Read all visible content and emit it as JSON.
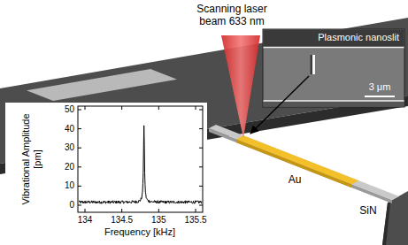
{
  "diagram": {
    "nodes": [
      {
        "text": [
          "Plasmonic nanoslit",
          "3 μm"
        ]
      }
    ],
    "labels": [
      "Scanning laser beam 633 nm",
      "Au",
      "SiN",
      "Vibrational Amplitude [pm]",
      "0",
      "10",
      "20",
      "30",
      "40",
      "50",
      "134",
      "134.5",
      "135",
      "135.5",
      "Frequency [kHz]"
    ]
  }
}
